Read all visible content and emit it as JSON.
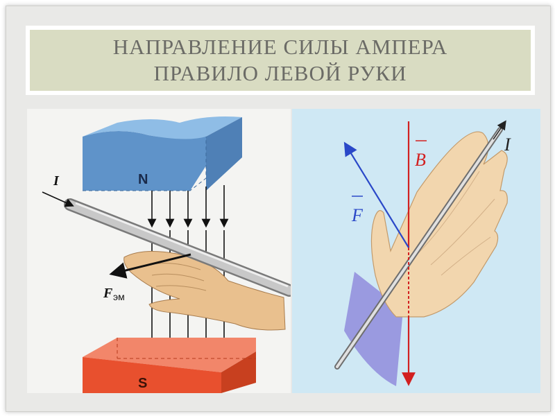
{
  "title": {
    "line1": "НАПРАВЛЕНИЕ СИЛЫ АМПЕРА",
    "line2": "ПРАВИЛО ЛЕВОЙ РУКИ"
  },
  "left_diagram": {
    "pole_north": "N",
    "pole_south": "S",
    "current_label": "I",
    "force_label": "F",
    "force_subscript": "эм",
    "colors": {
      "north": "#6fa3d6",
      "south": "#ec5c3c",
      "hand": "#e8c290",
      "wire": "#b9b9b9"
    }
  },
  "right_diagram": {
    "current_label": "I",
    "field_label": "B",
    "force_label": "F",
    "colors": {
      "background": "#cfe8f4",
      "hand": "#f2d6ae",
      "sleeve": "#9a9ae0",
      "field": "#d22020",
      "force": "#2a48c8"
    }
  }
}
